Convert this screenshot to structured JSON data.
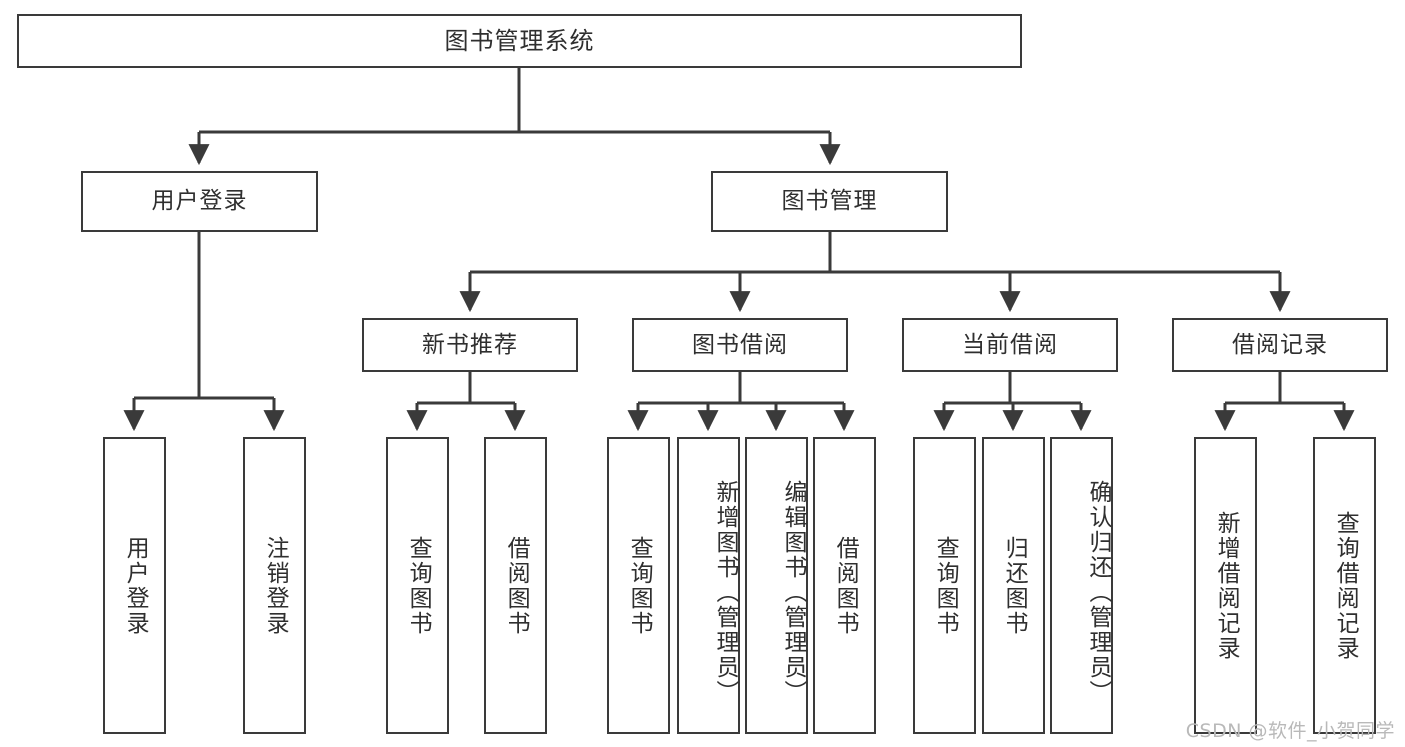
{
  "diagram": {
    "title": "图书管理系统",
    "watermark": "CSDN @软件_小贺同学",
    "stroke_color": "#3a3a3a",
    "text_color": "#2f2f2f",
    "background_color": "#ffffff",
    "watermark_color": "#b9b9b9"
  },
  "nodes": {
    "root": {
      "label": "图书管理系统"
    },
    "level2": [
      {
        "label": "用户登录"
      },
      {
        "label": "图书管理"
      }
    ],
    "level3": [
      {
        "label": "新书推荐"
      },
      {
        "label": "图书借阅"
      },
      {
        "label": "当前借阅"
      },
      {
        "label": "借阅记录"
      }
    ],
    "leaves": {
      "user_login": [
        {
          "label": "用户登录"
        },
        {
          "label": "注销登录"
        }
      ],
      "new_book_recommend": [
        {
          "label": "查询图书"
        },
        {
          "label": "借阅图书"
        }
      ],
      "book_borrow": [
        {
          "label": "查询图书"
        },
        {
          "label": "新增图书（管理员）"
        },
        {
          "label": "编辑图书（管理员）"
        },
        {
          "label": "借阅图书"
        }
      ],
      "current_borrow": [
        {
          "label": "查询图书"
        },
        {
          "label": "归还图书"
        },
        {
          "label": "确认归还（管理员）"
        }
      ],
      "borrow_record": [
        {
          "label": "新增借阅记录"
        },
        {
          "label": "查询借阅记录"
        }
      ]
    }
  },
  "chart_data": {
    "type": "diagram",
    "subtype": "tree-hierarchy",
    "title": "图书管理系统",
    "orientation": "top-down",
    "levels": 4,
    "tree": {
      "label": "图书管理系统",
      "children": [
        {
          "label": "用户登录",
          "children": [
            {
              "label": "用户登录"
            },
            {
              "label": "注销登录"
            }
          ]
        },
        {
          "label": "图书管理",
          "children": [
            {
              "label": "新书推荐",
              "children": [
                {
                  "label": "查询图书"
                },
                {
                  "label": "借阅图书"
                }
              ]
            },
            {
              "label": "图书借阅",
              "children": [
                {
                  "label": "查询图书"
                },
                {
                  "label": "新增图书（管理员）"
                },
                {
                  "label": "编辑图书（管理员）"
                },
                {
                  "label": "借阅图书"
                }
              ]
            },
            {
              "label": "当前借阅",
              "children": [
                {
                  "label": "查询图书"
                },
                {
                  "label": "归还图书"
                },
                {
                  "label": "确认归还（管理员）"
                }
              ]
            },
            {
              "label": "借阅记录",
              "children": [
                {
                  "label": "新增借阅记录"
                },
                {
                  "label": "查询借阅记录"
                }
              ]
            }
          ]
        }
      ]
    }
  }
}
